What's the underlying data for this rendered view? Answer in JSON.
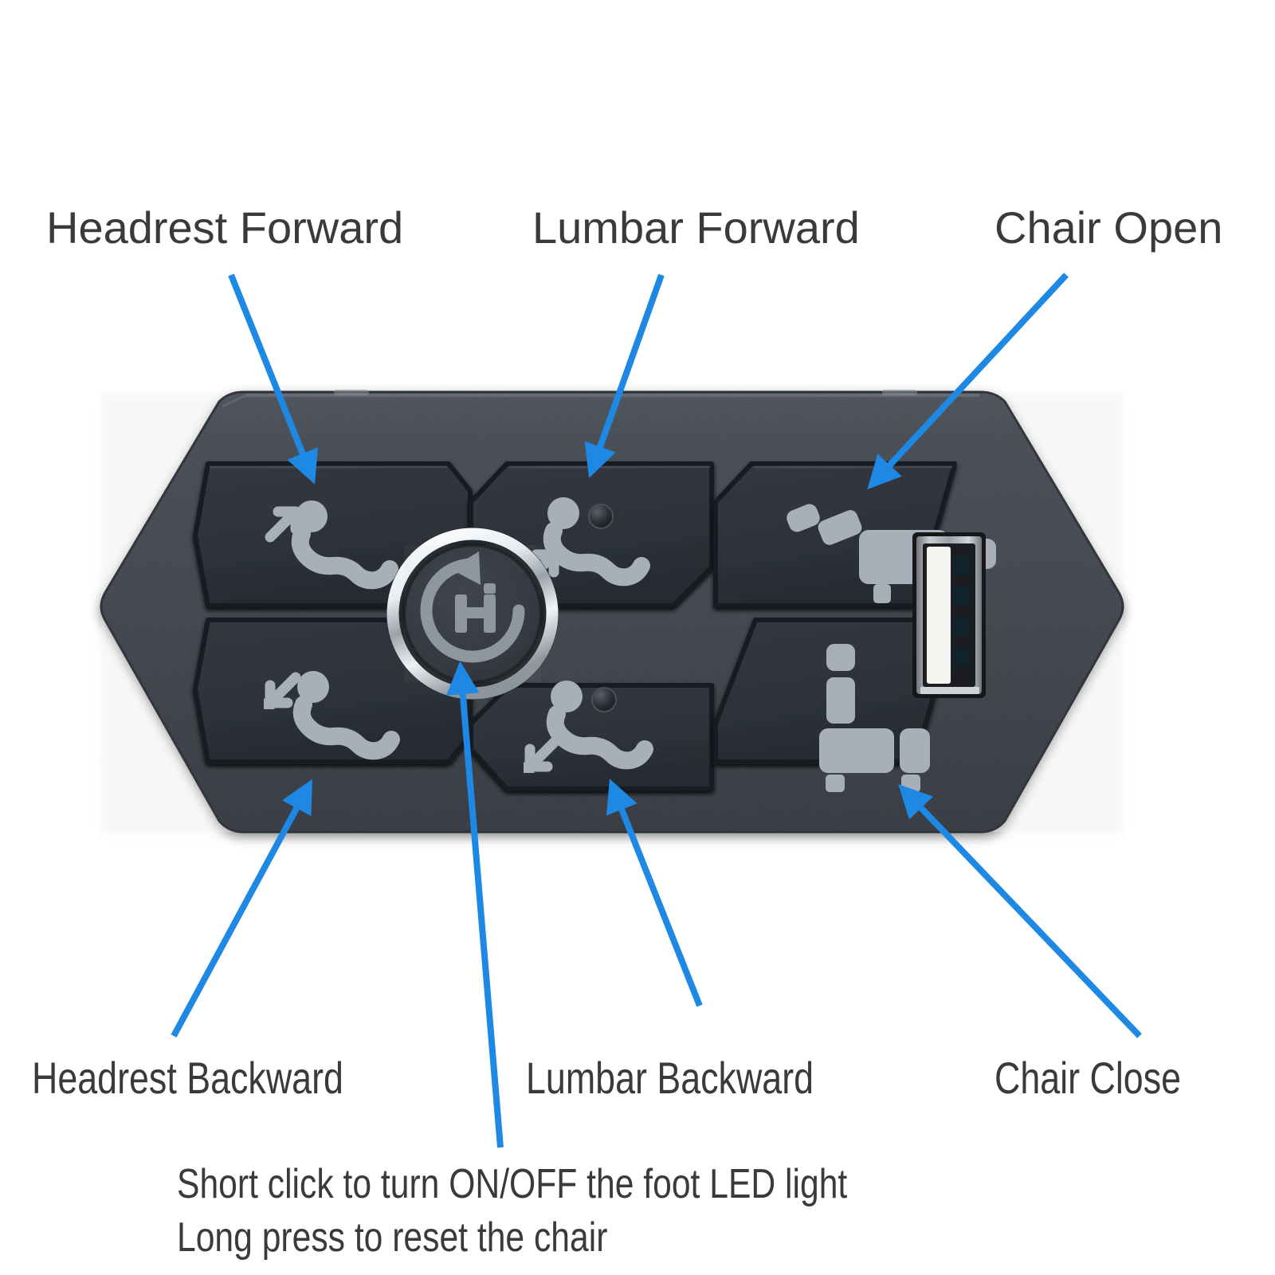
{
  "page": {
    "background_color": "#ffffff",
    "callout_color": "#1e88e5",
    "text_color": "#3a3a3a"
  },
  "device": {
    "name": "Power chair control panel",
    "body_color": "#3c4048",
    "body_shadow_color": "#23262b",
    "button_color": "#2f333a",
    "icon_color": "#a9b2bb",
    "ring_color": "#d8dde2",
    "usb_insert_color": "#f2f2ee",
    "usb_shell_color": "#b9bcbd"
  },
  "labels": {
    "headrest_forward": "Headrest Forward",
    "lumbar_forward": "Lumbar Forward",
    "chair_open": "Chair Open",
    "headrest_backward": "Headrest Backward",
    "lumbar_backward": "Lumbar Backward",
    "chair_close": "Chair Close",
    "center_note_line1": "Short click to turn ON/OFF the foot LED light",
    "center_note_line2": "Long press to reset the chair"
  },
  "buttons": [
    {
      "id": "headrest-forward",
      "icon": "seated-person-arrow-up-right-head",
      "label": "Headrest Forward",
      "position": "top-left",
      "has_led": false
    },
    {
      "id": "lumbar-forward",
      "icon": "seated-person-arrow-up-right-back",
      "label": "Lumbar Forward",
      "position": "top-center",
      "has_led": true
    },
    {
      "id": "chair-open",
      "icon": "chair-reclined-flat",
      "label": "Chair Open",
      "position": "top-right",
      "has_led": false
    },
    {
      "id": "headrest-backward",
      "icon": "seated-person-arrow-down-left-head",
      "label": "Headrest Backward",
      "position": "bottom-left",
      "has_led": false
    },
    {
      "id": "lumbar-backward",
      "icon": "seated-person-arrow-down-left-back",
      "label": "Lumbar Backward",
      "position": "bottom-center",
      "has_led": true
    },
    {
      "id": "chair-close",
      "icon": "chair-upright",
      "label": "Chair Close",
      "position": "bottom-right",
      "has_led": false
    }
  ],
  "center_button": {
    "id": "reset-led-button",
    "icon": "circular-reset-arrow-with-h-logo",
    "function_short_press": "Short click to turn ON/OFF the foot LED light",
    "function_long_press": "Long press to reset the chair"
  },
  "usb_port": {
    "id": "usb-a-port",
    "type": "USB-A",
    "orientation": "vertical"
  }
}
